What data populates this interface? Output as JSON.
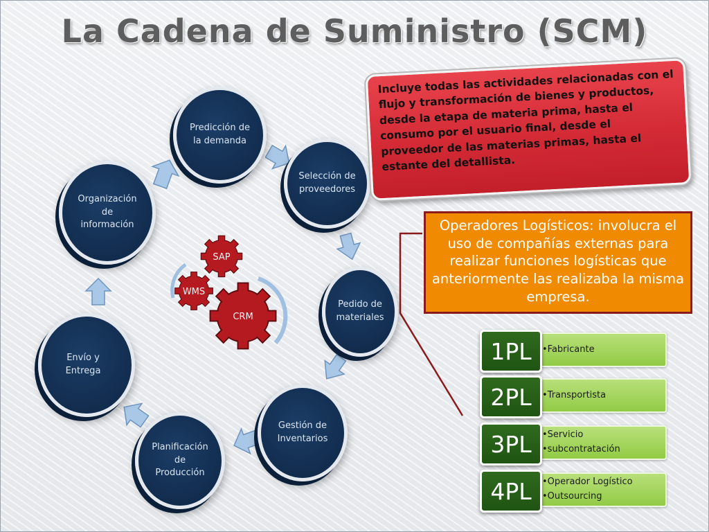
{
  "title": "La Cadena de Suministro (SCM)",
  "cycle": {
    "nodes": [
      {
        "id": "prediccion",
        "lines": [
          "Predicción de",
          "la demanda"
        ]
      },
      {
        "id": "seleccion",
        "lines": [
          "Selección de",
          "proveedores"
        ]
      },
      {
        "id": "pedido",
        "lines": [
          "Pedido de",
          "materiales"
        ]
      },
      {
        "id": "gestion",
        "lines": [
          "Gestión de",
          "Inventarios"
        ]
      },
      {
        "id": "planificacion",
        "lines": [
          "Planificación",
          "de",
          "Producción"
        ]
      },
      {
        "id": "envio",
        "lines": [
          "Envío y",
          "Entrega"
        ]
      },
      {
        "id": "organizacion",
        "lines": [
          "Organización",
          "de",
          "información"
        ]
      }
    ]
  },
  "gears": {
    "sap": "SAP",
    "wms": "WMS",
    "crm": "CRM"
  },
  "definition_box": {
    "text": "Incluye todas las actividades relacionadas con el flujo y transformación de bienes y productos, desde la etapa de materia prima, hasta el consumo por el usuario final, desde el proveedor de las materias primas, hasta el estante del detallista."
  },
  "operators_box": {
    "text": "Operadores Logísticos: involucra el uso de compañías externas para realizar funciones logísticas que anteriormente las realizaba la misma empresa."
  },
  "pl_levels": [
    {
      "label": "1PL",
      "items": [
        "•Fabricante"
      ]
    },
    {
      "label": "2PL",
      "items": [
        "•Transportista"
      ]
    },
    {
      "label": "3PL",
      "items": [
        "•Servicio",
        "•subcontratación"
      ]
    },
    {
      "label": "4PL",
      "items": [
        "•Operador Logístico",
        "•Outsourcing"
      ]
    }
  ],
  "colors": {
    "circle_fill": "#132f52",
    "arrow_fill": "#a9c7e6",
    "gear_fill": "#b51a21",
    "definition_bg": "#d42b36",
    "operators_bg": "#f08a00",
    "pl_label_bg": "#1f5412",
    "pl_item_bg": "#a4d65e"
  }
}
